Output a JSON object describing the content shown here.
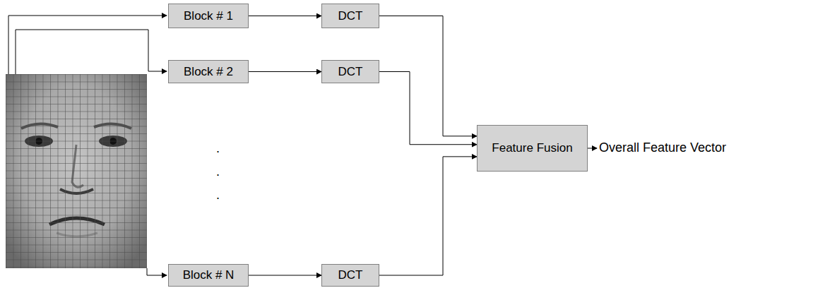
{
  "diagram": {
    "nodes": [
      {
        "text": [
          "Block # 1"
        ]
      },
      {
        "text": [
          "DCT"
        ]
      },
      {
        "text": [
          "Block # 2"
        ]
      },
      {
        "text": [
          "DCT"
        ]
      },
      {
        "text": [
          "Block # N"
        ]
      },
      {
        "text": [
          "DCT"
        ]
      },
      {
        "text": [
          "Feature Fusion"
        ]
      }
    ],
    "edges": [
      {
        "from": 0,
        "to": 1,
        "arrow": "to"
      },
      {
        "from": 2,
        "to": 3,
        "arrow": "to"
      },
      {
        "from": 4,
        "to": 5,
        "arrow": "to"
      },
      {
        "from": 1,
        "to": 6,
        "arrow": "to"
      },
      {
        "from": 3,
        "to": 6,
        "arrow": "to"
      },
      {
        "from": 5,
        "to": 6,
        "arrow": "to"
      }
    ],
    "labels": [
      ".",
      ".",
      ".",
      "Overall Feature Vector"
    ]
  }
}
